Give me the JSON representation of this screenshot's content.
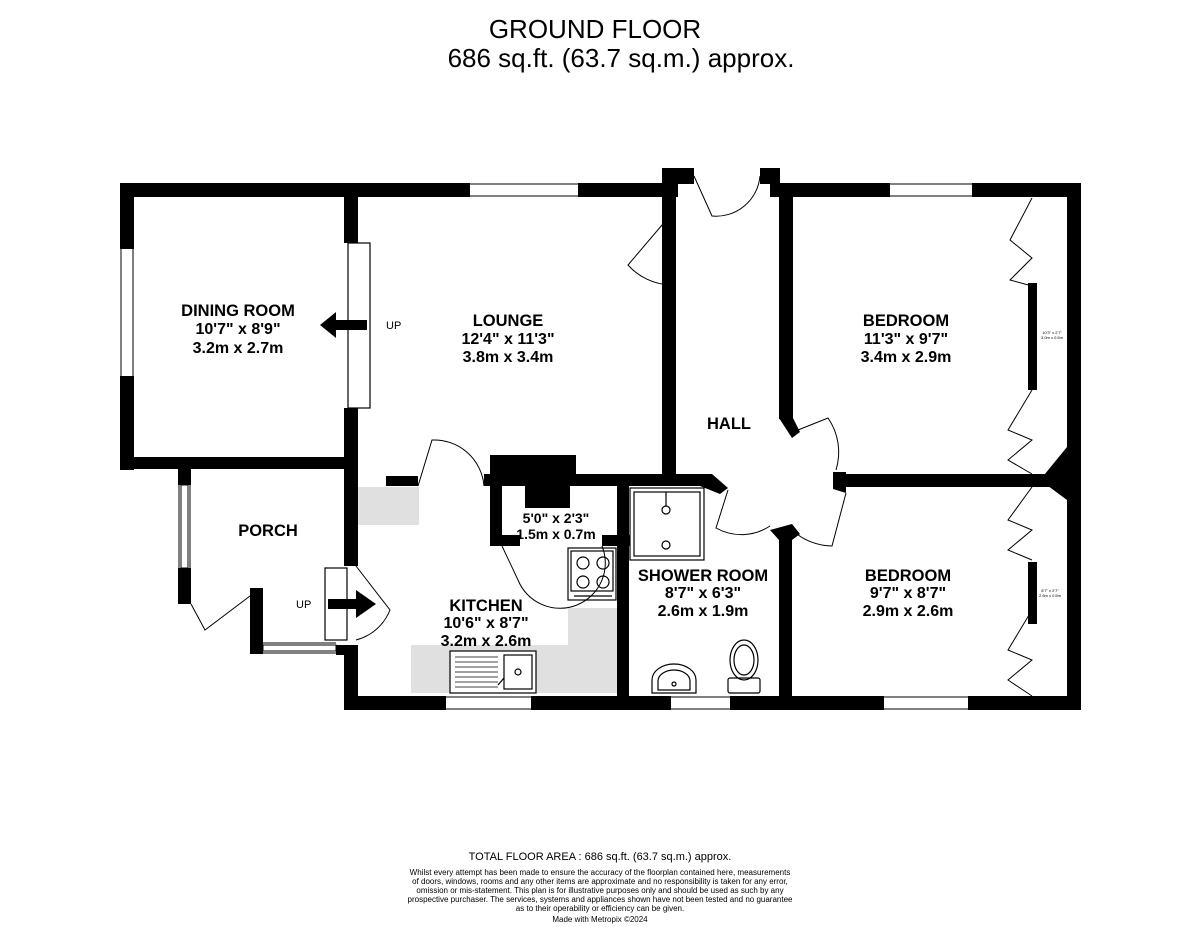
{
  "header": {
    "title": "GROUND FLOOR",
    "area": "686 sq.ft. (63.7 sq.m.) approx."
  },
  "rooms": {
    "dining_room": {
      "name": "DINING ROOM",
      "imperial": "10'7\"  x 8'9\"",
      "metric": "3.2m  x 2.7m"
    },
    "lounge": {
      "name": "LOUNGE",
      "imperial": "12'4\"  x 11'3\"",
      "metric": "3.8m  x 3.4m"
    },
    "bedroom_1": {
      "name": "BEDROOM",
      "imperial": "11'3\"  x 9'7\"",
      "metric": "3.4m  x 2.9m"
    },
    "hall": {
      "name": "HALL"
    },
    "porch": {
      "name": "PORCH"
    },
    "cupboard": {
      "imperial": "5'0\"  x 2'3\"",
      "metric": "1.5m  x 0.7m"
    },
    "kitchen": {
      "name": "KITCHEN",
      "imperial": "10'6\"  x 8'7\"",
      "metric": "3.2m  x 2.6m"
    },
    "shower_room": {
      "name": "SHOWER ROOM",
      "imperial": "8'7\"  x 6'3\"",
      "metric": "2.6m  x 1.9m"
    },
    "bedroom_2": {
      "name": "BEDROOM",
      "imperial": "9'7\"  x 8'7\"",
      "metric": "2.9m  x 2.6m"
    }
  },
  "labels": {
    "up_lounge": "UP",
    "up_porch": "UP",
    "wardrobe_1_line1": "10'3\" x 2'7\"",
    "wardrobe_1_line2": "3.0m x 0.5m",
    "wardrobe_2_line1": "8'7\" x 2'7\"",
    "wardrobe_2_line2": "2.6m x 0.5m"
  },
  "footer": {
    "total": "TOTAL FLOOR AREA : 686 sq.ft. (63.7 sq.m.) approx.",
    "disclaimer_lines": [
      "Whilst every attempt has been made to ensure the accuracy of the floorplan contained here, measurements",
      "of doors, windows, rooms and any other items are approximate and no responsibility is taken for any error,",
      "omission or mis-statement. This plan is for illustrative purposes only and should be used as such by any",
      "prospective purchaser. The services, systems and appliances shown have not been tested and no guarantee",
      "as to their operability or efficiency can be given."
    ],
    "made_with": "Made with Metropix ©2024"
  },
  "colors": {
    "wall": "#000000",
    "fitted_units": "#e0e0e0",
    "background": "#ffffff"
  }
}
